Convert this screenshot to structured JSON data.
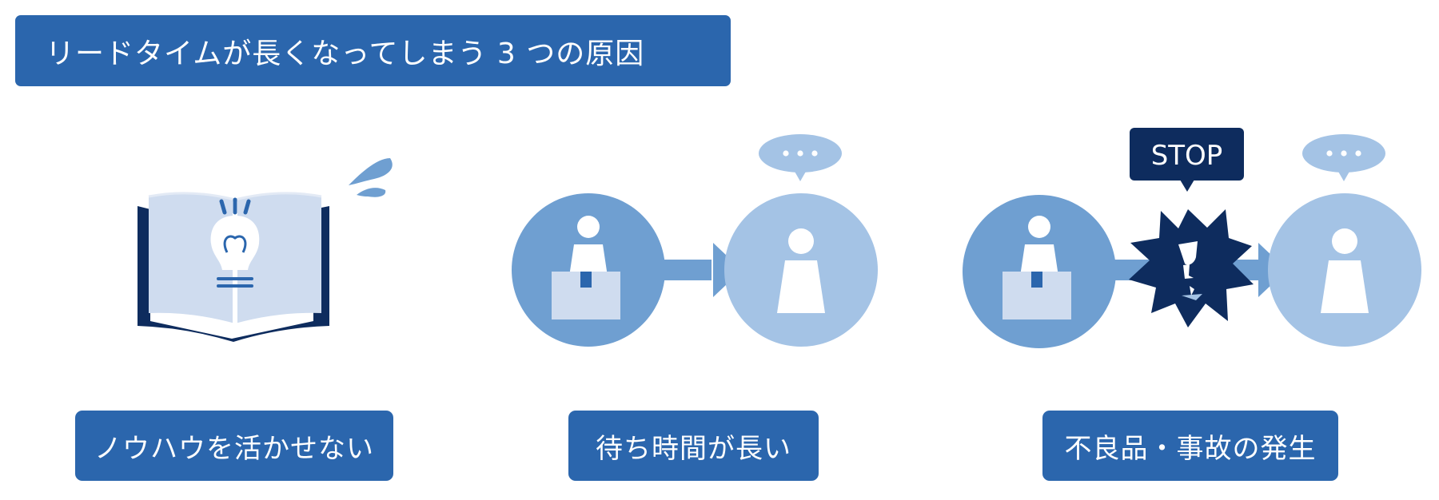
{
  "title": "リードタイムが長くなってしまう 3 つの原因",
  "causes": [
    {
      "label": "ノウハウを活かせない"
    },
    {
      "label": "待ち時間が長い"
    },
    {
      "label": "不良品・事故の発生"
    }
  ],
  "stop_sign": "STOP",
  "speech_dots": "• • •",
  "colors": {
    "primary": "#2b66ad",
    "dark_navy": "#0e2c5e",
    "mid_blue": "#6f9fd1",
    "light_blue": "#a4c3e5",
    "pale_blue": "#cfdcef"
  }
}
